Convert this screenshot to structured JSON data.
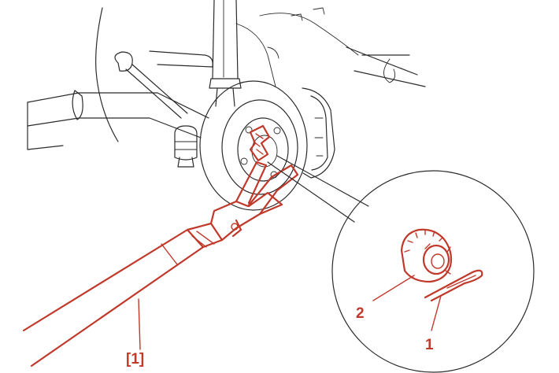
{
  "figure": {
    "callouts": {
      "tool": "[1]",
      "part_1": "1",
      "part_2": "2"
    },
    "colors": {
      "highlight": "#c0392b",
      "line_art": "#2b2b2b",
      "background": "#ffffff"
    }
  }
}
